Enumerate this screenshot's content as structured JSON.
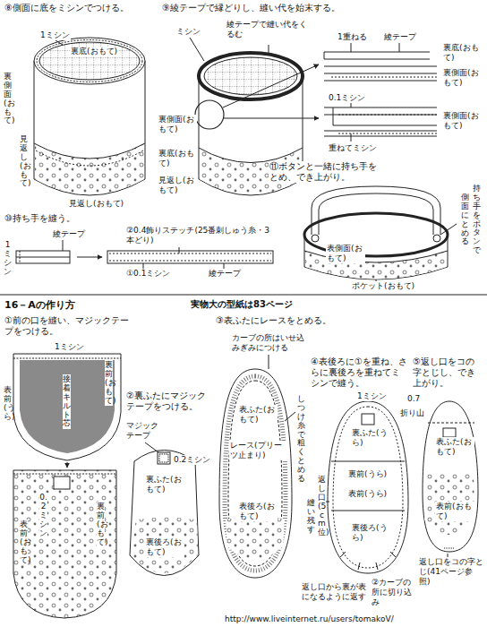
{
  "diagram": {
    "labels": [
      "⑧側面に底をミシンでつける。",
      "⑨綾テープで縁どりし、縫い代を始末する。",
      "1ミシン",
      "裏底(おもて)",
      "裏側面(おもて)",
      "見返し(おもて)",
      "見返し(おもて)",
      "ミシン",
      "綾テープで縫い代をくるむ",
      "裏側面(おもて)",
      "裏底(おもて)",
      "見返し(おもて)",
      "1重ねる",
      "綾テープ",
      "裏底(おもて)",
      "裏側面(おもて)",
      "0.1ミシン",
      "裏側面(おもて)",
      "重ねてミシン",
      "⑪ボタンと一緒に持ち手をとめ、でき上がり。",
      "表側面(おもて)",
      "持ち手をボタンで",
      "側面にとめる",
      "ポケット(おもて)",
      "⑩持ち手を縫う。",
      "綾テープ",
      "②0.4飾りステッチ(25番刺しゅう糸・3本どり)",
      "1ミシン",
      "①0.1ミシン",
      "綾テープ",
      "16－Aの作り方",
      "実物大の型紙は83ページ",
      "①前の口を縫い、マジックテープをつける。",
      "1ミシン",
      "接着キルト芯",
      "表前(うら)",
      "裏前(おもて)",
      "0.2ミシン",
      "表前(おもて)",
      "裏前(おもて)",
      "②裏ふたにマジックテープをつける。",
      "マジックテープ",
      "0.2ミシン",
      "裏ふた(おもて)",
      "裏後ろ(おもて)",
      "③表ふたにレースをとめる。",
      "カーブの所はいせ込みぎみにつける",
      "表ふた(おもて)",
      "しつけ糸で粗くとめる",
      "レース(プリーツ止まり)",
      "表後ろ(おもて)",
      "④表後ろに①を重ね、さらに裏後ろを重ねてミシンで縫う。",
      "1ミシン",
      "裏ふた(うら)",
      "裏前(うら)",
      "表前(うら)",
      "返し口(5cm位)",
      "縫い残す",
      "裏後ろ(うら)",
      "②カーブの所に切り込み",
      "返し口から裏が表になるように返す",
      "⑤返し口をコの字とじし、でき上がり。",
      "0.7",
      "折り山",
      "表ふた(おもて)",
      "表前(おもて)",
      "返し口をコの字とじ(41ページ参照)",
      "http://www.liveinternet.ru/users/tomakoV/"
    ]
  }
}
